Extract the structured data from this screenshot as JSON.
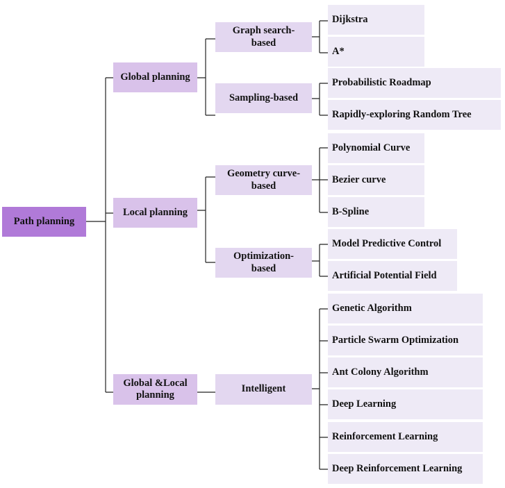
{
  "diagram": {
    "colors": {
      "root": "#b07ad8",
      "level1": "#d9c2ea",
      "level2": "#e3d7f0",
      "leaf": "#eeeaf6",
      "line": "#222222"
    },
    "root": {
      "label": "Path planning"
    },
    "level1": [
      {
        "label": "Global planning"
      },
      {
        "label": "Local planning"
      },
      {
        "label": "Global &Local\nplanning"
      }
    ],
    "level2": [
      {
        "label": "Graph search-\nbased"
      },
      {
        "label": "Sampling-based"
      },
      {
        "label": "Geometry curve-\nbased"
      },
      {
        "label": "Optimization-\nbased"
      },
      {
        "label": "Intelligent"
      }
    ],
    "leaves": [
      {
        "label": "Dijkstra"
      },
      {
        "label": "A*"
      },
      {
        "label": "Probabilistic Roadmap"
      },
      {
        "label": "Rapidly-exploring Random Tree"
      },
      {
        "label": "Polynomial Curve"
      },
      {
        "label": "Bezier curve"
      },
      {
        "label": "B-Spline"
      },
      {
        "label": "Model Predictive Control"
      },
      {
        "label": "Artificial Potential Field"
      },
      {
        "label": "Genetic Algorithm"
      },
      {
        "label": "Particle Swarm Optimization"
      },
      {
        "label": "Ant Colony Algorithm"
      },
      {
        "label": "Deep Learning"
      },
      {
        "label": "Reinforcement Learning"
      },
      {
        "label": "Deep Reinforcement Learning"
      }
    ]
  }
}
